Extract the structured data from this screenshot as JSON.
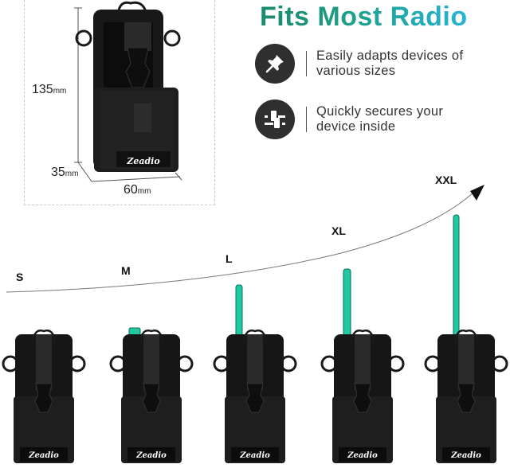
{
  "header": {
    "title": "Fits Most Radio"
  },
  "features": [
    {
      "icon": "pushpin-icon",
      "text_line1": "Easily adapts devices of",
      "text_line2": "various sizes"
    },
    {
      "icon": "sliders-icon",
      "text_line1": "Quickly secures your",
      "text_line2": "device inside"
    }
  ],
  "dimensions": {
    "height_value": "135",
    "height_unit": "mm",
    "depth_value": "35",
    "depth_unit": "mm",
    "width_value": "60",
    "width_unit": "mm"
  },
  "product": {
    "brand": "Zeadio"
  },
  "sizes": [
    {
      "label": "S"
    },
    {
      "label": "M"
    },
    {
      "label": "L"
    },
    {
      "label": "XL"
    },
    {
      "label": "XXL"
    }
  ],
  "colors": {
    "accent_green": "#1a8a6e",
    "accent_blue": "#28b3d6",
    "radio_teal": "#1fc9a4",
    "holster_black": "#141414",
    "icon_dark": "#2f2f2f"
  }
}
